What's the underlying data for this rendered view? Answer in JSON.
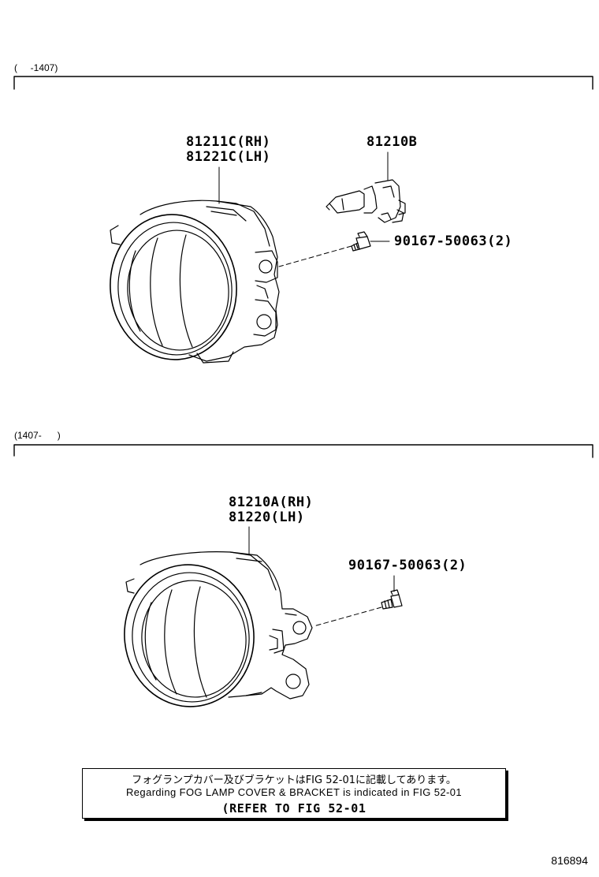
{
  "sections": [
    {
      "range": "(     -1407)",
      "parts": {
        "lamp_rh": "81211C(RH)",
        "lamp_lh": "81221C(LH)",
        "bulb": "81210B",
        "screw": "90167-50063(2)"
      }
    },
    {
      "range": "(1407-      )",
      "parts": {
        "lamp_rh": "81210A(RH)",
        "lamp_lh": "81220(LH)",
        "screw": "90167-50063(2)"
      }
    }
  ],
  "note": {
    "japanese": "フォグランプカバー及びブラケットはFIG 52-01に記載してあります。",
    "english": "Regarding FOG LAMP COVER & BRACKET is indicated in FIG 52-01",
    "refer": "(REFER TO FIG 52-01"
  },
  "diagram_code": "816894"
}
